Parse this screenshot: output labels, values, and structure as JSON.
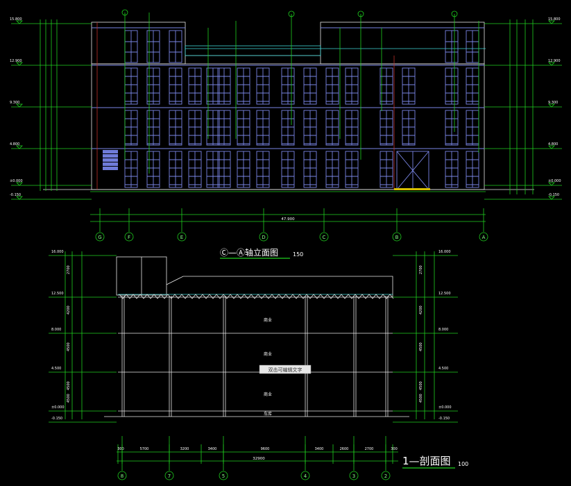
{
  "elevation": {
    "title": "Ⓒ—Ⓐ轴立面图",
    "scale": "150",
    "axes": [
      "G",
      "F",
      "E",
      "D",
      "C",
      "B",
      "A"
    ],
    "left_levels": [
      "15.800",
      "12.900",
      "9.300",
      "4.800",
      "±0.000",
      "-0.150"
    ],
    "right_levels": [
      "15.800",
      "12.900",
      "9.300",
      "4.800",
      "±0.000",
      "-0.150"
    ],
    "total_dim": "47.900"
  },
  "section": {
    "title": "1—剖面图",
    "scale": "100",
    "axes": [
      "8",
      "7",
      "5",
      "4",
      "3",
      "2"
    ],
    "dims": [
      "5700",
      "3200",
      "3400",
      "9600",
      "3400",
      "2600",
      "2700",
      "300",
      "300"
    ],
    "total": "32900",
    "rooms": [
      "商业",
      "商业",
      "商业",
      "车库"
    ],
    "edit_label": "双击可编辑文字",
    "left_levels": [
      "16.000",
      "12.500",
      "8.000",
      "4.500",
      "±0.000",
      "-0.150"
    ],
    "right_levels": [
      "16.000",
      "12.500",
      "8.000",
      "4.500",
      "±0.000",
      "-0.150"
    ],
    "left_dims": [
      "2700",
      "4200",
      "4500",
      "4500",
      "4500"
    ],
    "right_dims": [
      "2700",
      "4200",
      "4500",
      "4500",
      "4500"
    ]
  }
}
